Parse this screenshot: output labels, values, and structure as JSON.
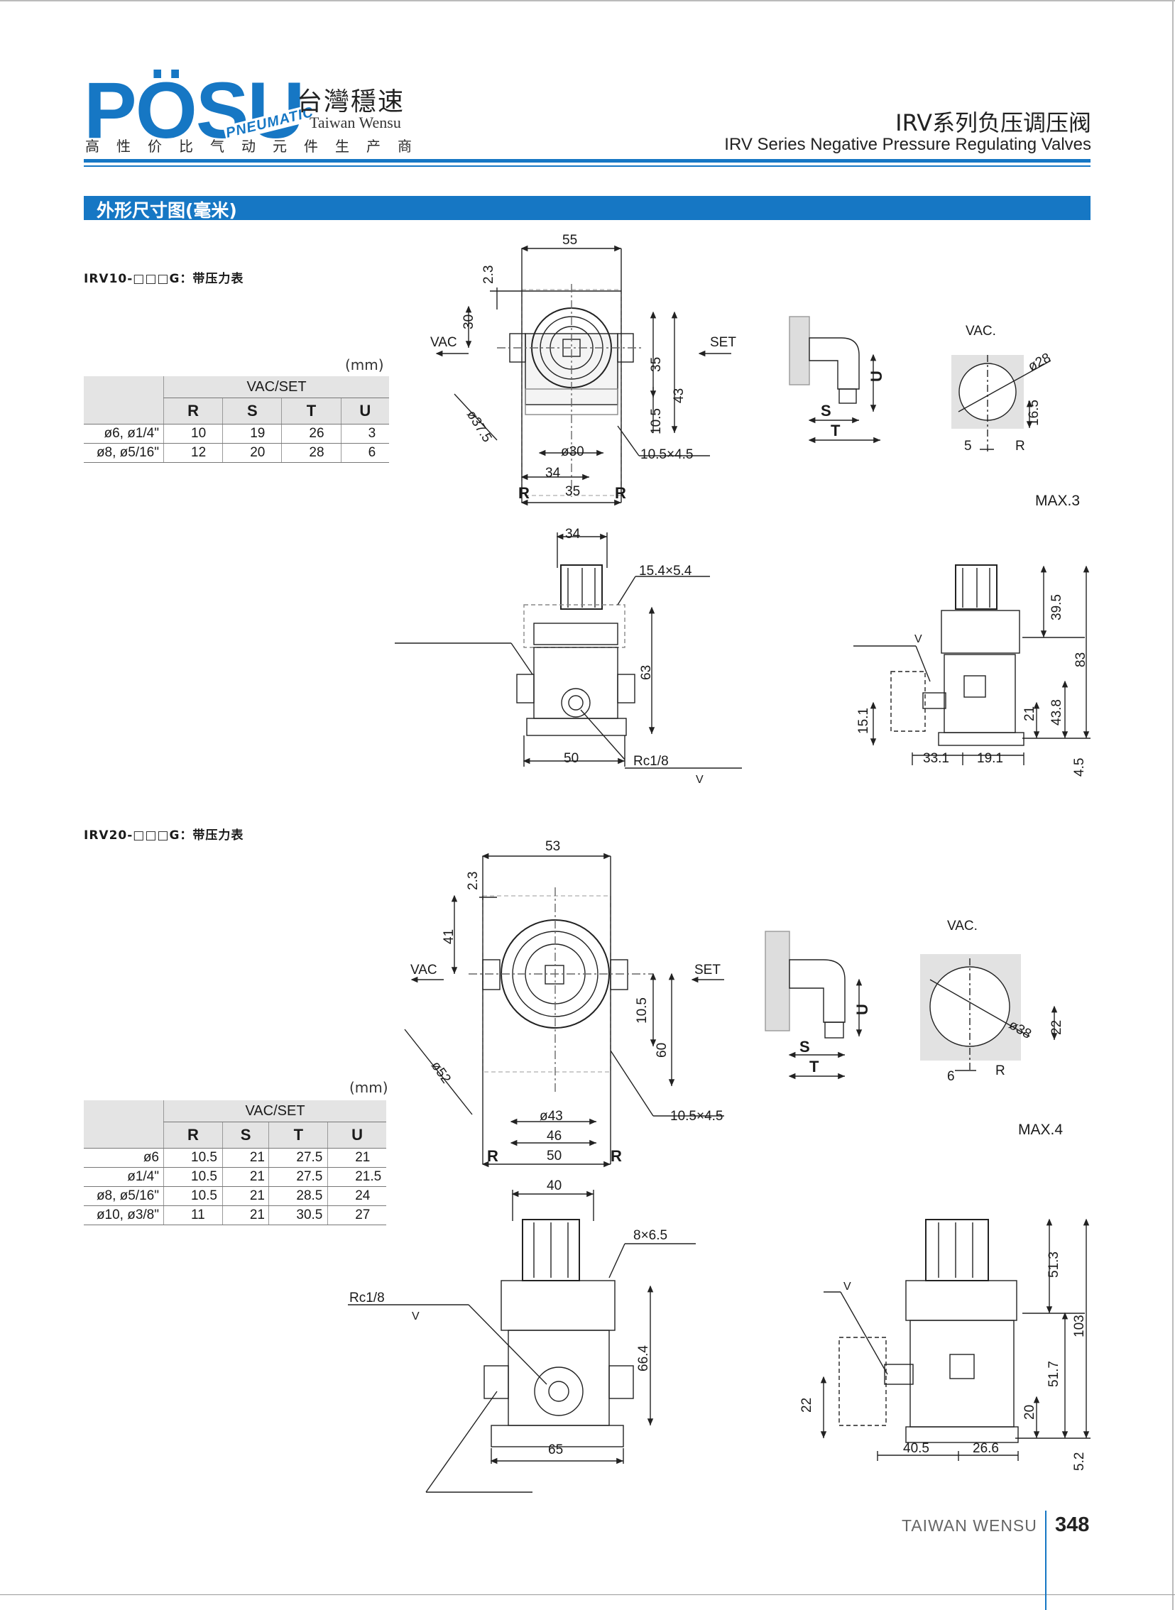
{
  "header": {
    "logo_word": "PÖSU",
    "logo_tag": "PNEUMATIC",
    "company_cn": "台灣穩速",
    "company_en": "Taiwan Wensu",
    "slogan": "高性价比气动元件生产商",
    "title_cn": "IRV系列负压调压阀",
    "title_en": "IRV Series Negative Pressure Regulating Valves"
  },
  "section_title": "外形尺寸图(毫米)",
  "irv10": {
    "model": "IRV10-□□□G：带压力表",
    "unit": "(mm)",
    "table": {
      "group": "VAC/SET",
      "columns": [
        "R",
        "S",
        "T",
        "U"
      ],
      "rows": [
        {
          "size": "ø6, ø1/4\"",
          "values": [
            "10",
            "19",
            "26",
            "3"
          ]
        },
        {
          "size": "ø8, ø5/16\"",
          "values": [
            "12",
            "20",
            "28",
            "6"
          ]
        }
      ]
    },
    "top_view": {
      "d55": "55",
      "d2_3": "2.3",
      "d30": "30",
      "vac": "VAC",
      "set": "SET",
      "d35": "35",
      "d43": "43",
      "d10_5": "10.5",
      "d37_5": "ø37.5",
      "d30dia": "ø30",
      "slot": "10.5×4.5",
      "d34": "34",
      "R1": "R",
      "d35b": "35",
      "R2": "R"
    },
    "fitting": {
      "U": "U",
      "S": "S",
      "T": "T"
    },
    "gauge": {
      "vac": "VAC.",
      "dia": "ø28",
      "d16_5": "16.5",
      "d5": "5",
      "R": "R",
      "max": "MAX.3"
    },
    "front": {
      "d34": "34",
      "slot": "15.4×5.4",
      "d63": "63",
      "d50": "50",
      "rc": "Rc1/8",
      "v": "V"
    },
    "side": {
      "v": "V",
      "d39_5": "39.5",
      "d83": "83",
      "d43_8": "43.8",
      "d21": "21",
      "d15_1": "15.1",
      "d33_1": "33.1",
      "d19_1": "19.1",
      "d4_5": "4.5"
    }
  },
  "irv20": {
    "model": "IRV20-□□□G：带压力表",
    "unit": "(mm)",
    "table": {
      "group": "VAC/SET",
      "columns": [
        "R",
        "S",
        "T",
        "U"
      ],
      "rows": [
        {
          "size": "ø6",
          "values": [
            "10.5",
            "21",
            "27.5",
            "21"
          ]
        },
        {
          "size": "ø1/4\"",
          "values": [
            "10.5",
            "21",
            "27.5",
            "21.5"
          ]
        },
        {
          "size": "ø8, ø5/16\"",
          "values": [
            "10.5",
            "21",
            "28.5",
            "24"
          ]
        },
        {
          "size": "ø10, ø3/8\"",
          "values": [
            "11",
            "21",
            "30.5",
            "27"
          ]
        }
      ]
    },
    "top_view": {
      "d53": "53",
      "d2_3": "2.3",
      "d41": "41",
      "vac": "VAC",
      "set": "SET",
      "d10_5": "10.5",
      "d60": "60",
      "d52": "ø52",
      "d43": "ø43",
      "slot": "10.5×4.5",
      "d46": "46",
      "R1": "R",
      "d50": "50",
      "R2": "R"
    },
    "fitting": {
      "U": "U",
      "S": "S",
      "T": "T"
    },
    "gauge": {
      "vac": "VAC.",
      "dia": "ø38",
      "d22": "22",
      "d6": "6",
      "R": "R",
      "max": "MAX.4"
    },
    "front": {
      "d40": "40",
      "slot": "8×6.5",
      "rc": "Rc1/8",
      "v": "V",
      "d66_4": "66.4",
      "d65": "65"
    },
    "side": {
      "v": "V",
      "d51_3": "51.3",
      "d103": "103",
      "d51_7": "51.7",
      "d22": "22",
      "d20": "20",
      "d40_5": "40.5",
      "d26_6": "26.6",
      "d5_2": "5.2"
    }
  },
  "footer": {
    "brand": "TAIWAN WENSU",
    "page": "348"
  }
}
